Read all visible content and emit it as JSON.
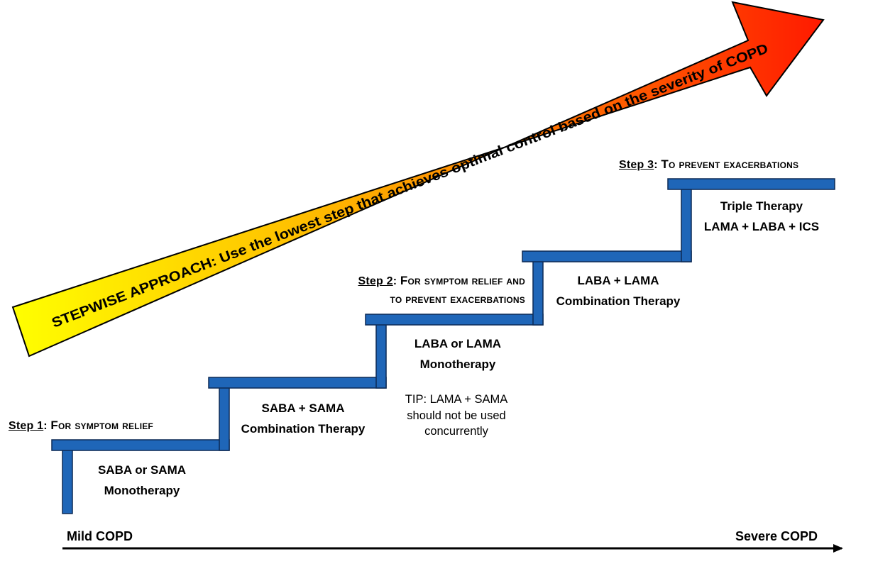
{
  "arrow": {
    "text": "STEPWISE APPROACH: Use the lowest step that achieves optimal control based on the severity of COPD",
    "gradient": [
      "#ffff00",
      "#ffc000",
      "#ff6a00",
      "#ff1a00"
    ],
    "outline": "#000000"
  },
  "stairs": {
    "color": "#1f66b8",
    "outline": "#0d2a55"
  },
  "steps": [
    {
      "heading_prefix": "Step 1",
      "heading_rest": "For symptom relief",
      "therapy_line1": "SABA or SAMA",
      "therapy_line2": "Monotherapy"
    },
    {
      "therapy_line1": "SABA + SAMA",
      "therapy_line2": "Combination Therapy"
    },
    {
      "heading_prefix": "Step 2",
      "heading_rest_line1": "For symptom relief and",
      "heading_rest_line2": "to prevent exacerbations",
      "therapy_line1": "LABA or LAMA",
      "therapy_line2": "Monotherapy",
      "tip_line1": "TIP: LAMA + SAMA",
      "tip_line2": "should not be used",
      "tip_line3": "concurrently"
    },
    {
      "therapy_line1": "LABA + LAMA",
      "therapy_line2": "Combination Therapy"
    },
    {
      "heading_prefix": "Step 3",
      "heading_rest": "To prevent exacerbations",
      "therapy_line1": "Triple Therapy",
      "therapy_line2": "LAMA + LABA + ICS"
    }
  ],
  "axis": {
    "left_label": "Mild COPD",
    "right_label": "Severe COPD"
  }
}
